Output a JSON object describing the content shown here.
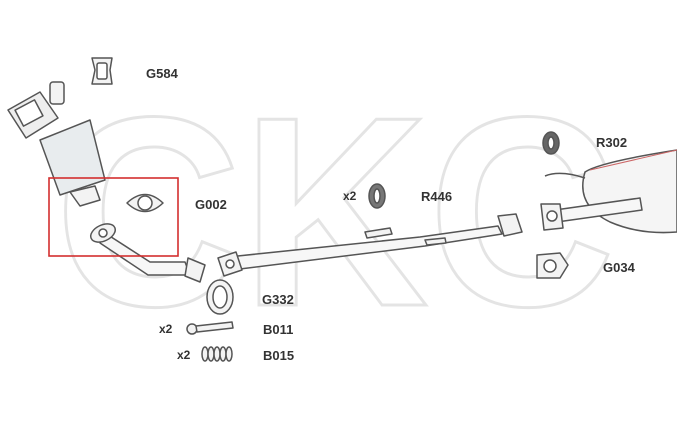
{
  "watermark": "CKC",
  "highlight_color": "#d32f2f",
  "parts": [
    {
      "code": "G584",
      "qty": ""
    },
    {
      "code": "G002",
      "qty": ""
    },
    {
      "code": "R446",
      "qty": "x2"
    },
    {
      "code": "R302",
      "qty": ""
    },
    {
      "code": "G034",
      "qty": ""
    },
    {
      "code": "G332",
      "qty": ""
    },
    {
      "code": "B011",
      "qty": "x2"
    },
    {
      "code": "B015",
      "qty": "x2"
    }
  ]
}
